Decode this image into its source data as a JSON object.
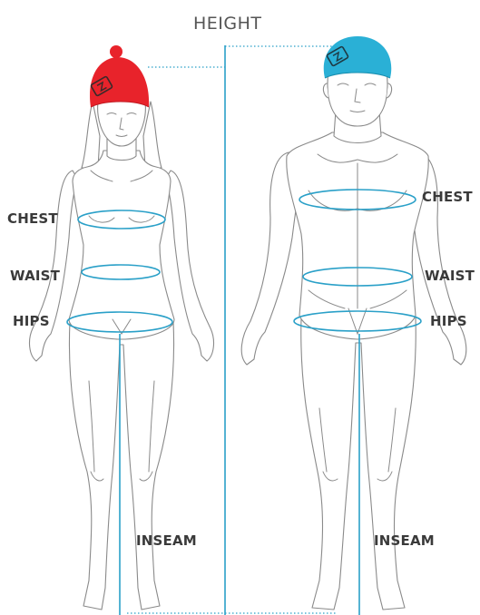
{
  "title": "HEIGHT",
  "labels": {
    "woman": {
      "chest": "CHEST",
      "waist": "WAIST",
      "hips": "HIPS",
      "inseam": "INSEAM"
    },
    "man": {
      "chest": "CHEST",
      "waist": "WAIST",
      "hips": "HIPS",
      "inseam": "INSEAM"
    }
  },
  "colors": {
    "measure_line": "#2aa0c8",
    "woman_hat": "#e8232b",
    "man_hat": "#2ab0d6",
    "outline": "#8a8a8a",
    "label_text": "#3a3a3a"
  },
  "icons": {
    "woman_hat": "beanie-hat-red",
    "man_hat": "beanie-hat-blue"
  }
}
